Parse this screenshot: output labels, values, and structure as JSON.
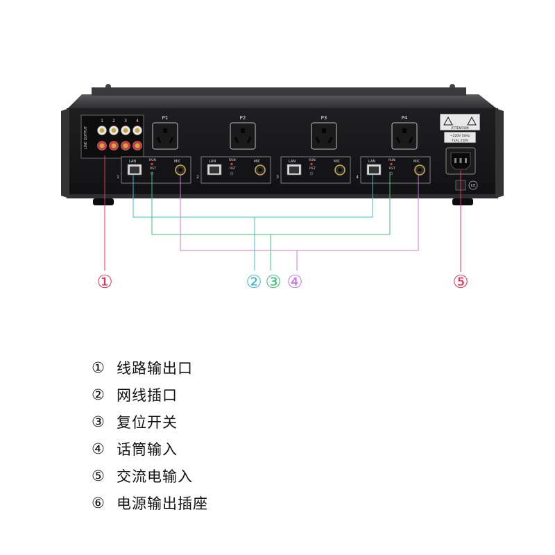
{
  "device": {
    "line_output_label": "LINE OUTPUT",
    "line_output_channels": [
      "1",
      "2",
      "3",
      "4"
    ],
    "outlets": [
      "P1",
      "P2",
      "P3",
      "P4"
    ],
    "modules": [
      {
        "index": "1",
        "lan": "LAN",
        "run": "RUN",
        "rst": "RST",
        "mic": "MIC"
      },
      {
        "index": "2",
        "lan": "LAN",
        "run": "RUN",
        "rst": "RST",
        "mic": "MIC"
      },
      {
        "index": "3",
        "lan": "LAN",
        "run": "RUN",
        "rst": "RST",
        "mic": "MIC"
      },
      {
        "index": "4",
        "lan": "LAN",
        "run": "RUN",
        "rst": "RST",
        "mic": "MIC"
      }
    ],
    "attention_label": "ATTENTION",
    "power_rating": "~220V 50Hz",
    "fuse_rating": "T1AL 250V",
    "ce_mark": "CE"
  },
  "callouts": [
    {
      "num": "①",
      "color": "#e0365a"
    },
    {
      "num": "②",
      "color": "#3fb9c8"
    },
    {
      "num": "③",
      "color": "#3fbf7a"
    },
    {
      "num": "④",
      "color": "#c77ad9"
    },
    {
      "num": "⑤",
      "color": "#e0365a"
    }
  ],
  "legend": [
    {
      "num": "①",
      "text": "线路输出口"
    },
    {
      "num": "②",
      "text": "网线插口"
    },
    {
      "num": "③",
      "text": "复位开关"
    },
    {
      "num": "④",
      "text": "话筒输入"
    },
    {
      "num": "⑤",
      "text": "交流电输入"
    },
    {
      "num": "⑥",
      "text": "电源输出插座"
    }
  ]
}
